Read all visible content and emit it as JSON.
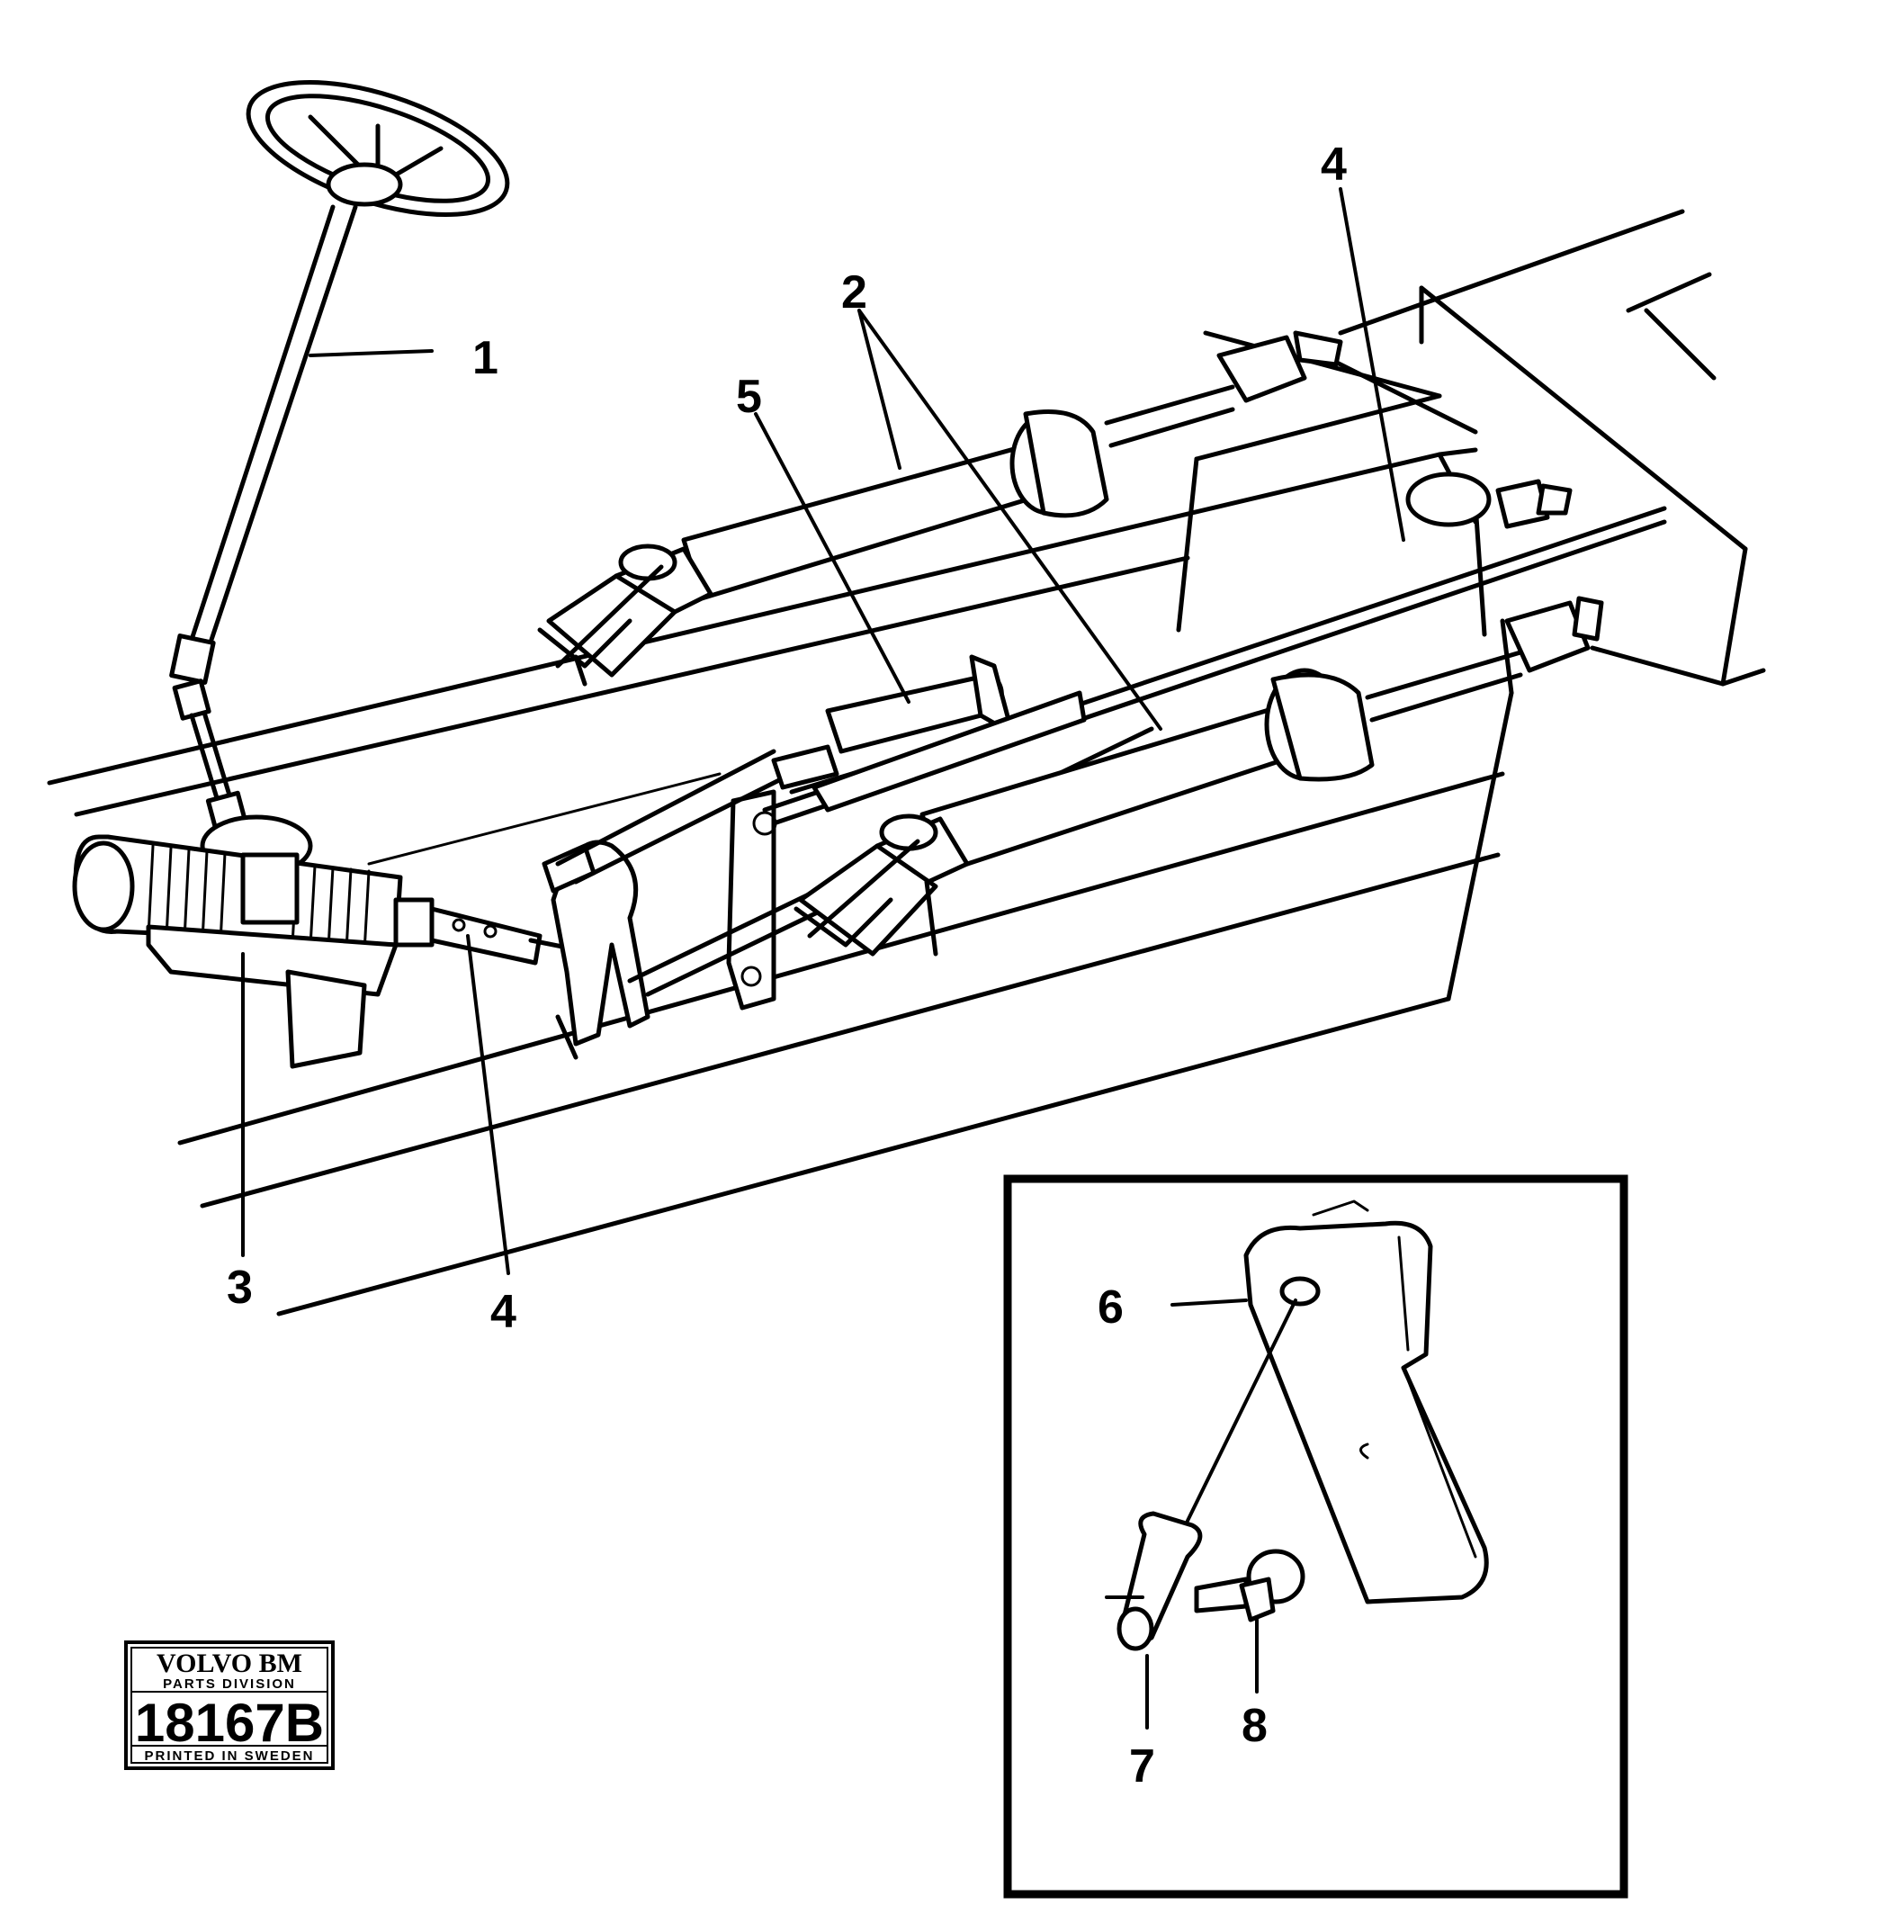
{
  "callouts": {
    "c1": "1",
    "c2": "2",
    "c3": "3",
    "c4_top": "4",
    "c4_bottom": "4",
    "c5": "5",
    "c6": "6",
    "c7": "7",
    "c8": "8"
  },
  "stamp": {
    "brand": "VOLVO BM",
    "division": "PARTS DIVISION",
    "drawing_number": "18167B",
    "printed": "PRINTED IN SWEDEN"
  }
}
